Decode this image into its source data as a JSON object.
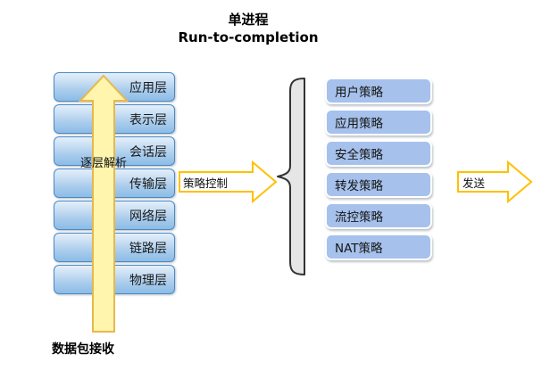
{
  "title": {
    "line1": "单进程",
    "line2": "Run-to-completion"
  },
  "osi_stack": {
    "layers": [
      {
        "label": "应用层"
      },
      {
        "label": "表示层"
      },
      {
        "label": "会话层"
      },
      {
        "label": "传输层"
      },
      {
        "label": "网络层"
      },
      {
        "label": "链路层"
      },
      {
        "label": "物理层"
      }
    ],
    "arrow_label": "逐层解析",
    "caption": "数据包接收",
    "box_fill_top": "#E4EFFA",
    "box_fill_bottom": "#8CBCE6",
    "box_border": "#4A8AC4"
  },
  "policy_control_arrow": {
    "label": "策略控制",
    "fill": "#FFFFFF",
    "stroke": "#FFC000"
  },
  "brace": {
    "name": "left-curly-brace",
    "fill": "#E6E6E6",
    "stroke": "#333333"
  },
  "policy_stack": {
    "items": [
      {
        "label": "用户策略"
      },
      {
        "label": "应用策略"
      },
      {
        "label": "安全策略"
      },
      {
        "label": "转发策略"
      },
      {
        "label": "流控策略"
      },
      {
        "label": "NAT策略"
      }
    ],
    "fill": "#A6C1EC",
    "border": "#FFFFFF"
  },
  "send_arrow": {
    "label": "发送",
    "fill": "#FFFFFF",
    "stroke": "#FFC000"
  },
  "colors": {
    "up_arrow_fill": "#FFF5AD",
    "up_arrow_stroke": "#E8B84B",
    "background": "#FFFFFF"
  }
}
